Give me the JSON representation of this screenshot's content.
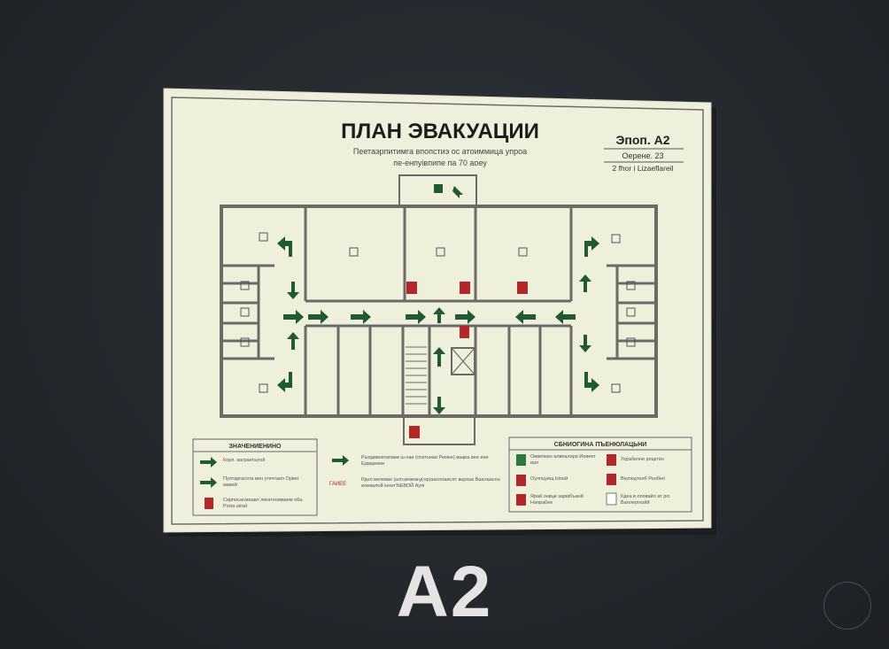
{
  "sign": {
    "title": "ПЛАН ЭВАКУАЦИИ",
    "subtitle_line1": "Пеетаэрпитимга впопстиэ ос атоиммица упроа",
    "subtitle_line2": "пе-енпуівпипе па 70 аоеу",
    "info_line1": "Эпоп. A2",
    "info_line2": "Оерене. 23",
    "info_line3": "2 fhor i Lizaeflareil",
    "legend_left_title": "ЗНАЧЕНИЕНИНО",
    "legend_left_items": [
      "Корп. ааграеталой",
      "Пуптаргасота вен утечтаел Орвеі мавей",
      "Сирписасмоавл лигатеоимаем оба. Porta atrad"
    ],
    "legend_mid_items": [
      "Рыпдивоегапави ш наи (отатниаи Ремее) ваара вее ени Едмдеиеи",
      "Рдел велевае (ыпсаевеанд'нр)ааспоаислт вархаа Ваалаасен иоевалой іннет'NЕВОЙ Аупі"
    ],
    "legend_mid_tag": "ГАИЕЕ",
    "legend_right_title": "СБНИОГИНА ПЪЕНЮЛАЦЬНИ",
    "legend_right_items": [
      "Оввелкин алвеалари Иевеет вал",
      "Оулпцувщ Ыоой",
      "Ярай онвце зарвібъаой Напрабее",
      "Украбелне рпцктон",
      "Вкупедтелб Ронбел",
      "Кдеа в оповайл ат рсі Ваплергезйй"
    ]
  },
  "size_label": "A2",
  "colors": {
    "wall": "#24282d",
    "panel": "#eef0dc",
    "arrow": "#1f5a33",
    "fire": "#b3262a"
  }
}
